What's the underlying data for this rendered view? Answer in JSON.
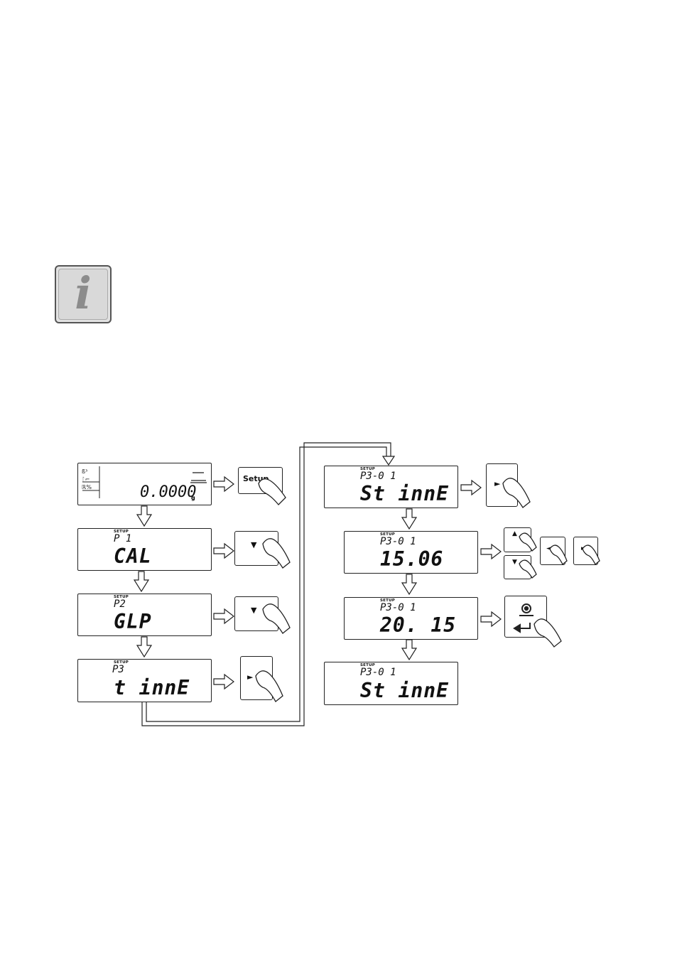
{
  "info_icon": {
    "glyph": "i",
    "name": "info-icon"
  },
  "diagram": {
    "home_screen": {
      "weight": "0.0000",
      "unit": "g",
      "icons": [
        "",
        "",
        ""
      ]
    },
    "screens": [
      {
        "id": "s1",
        "setup": "SETUP",
        "param": "P 1",
        "value": "CAL"
      },
      {
        "id": "s2",
        "setup": "SETUP",
        "param": "P2",
        "value": "GLP"
      },
      {
        "id": "s3",
        "setup": "SETUP",
        "param": "P3",
        "value": "t innE"
      },
      {
        "id": "s4",
        "setup": "SETUP",
        "param": "P3-0 1",
        "value": "St innE"
      },
      {
        "id": "s5",
        "setup": "SETUP",
        "param": "P3-0 1",
        "value": "15.06"
      },
      {
        "id": "s6",
        "setup": "SETUP",
        "param": "P3-0 1",
        "value": "20. 15"
      },
      {
        "id": "s7",
        "setup": "SETUP",
        "param": "P3-0 1",
        "value": "St innE"
      }
    ],
    "keys": {
      "setup_key_label": "Setup",
      "down_glyph": "▼",
      "right_glyph": "►",
      "up_glyph": "▲",
      "left_glyph": "◄"
    },
    "colors": {
      "line": "#222222",
      "background": "#ffffff"
    }
  }
}
